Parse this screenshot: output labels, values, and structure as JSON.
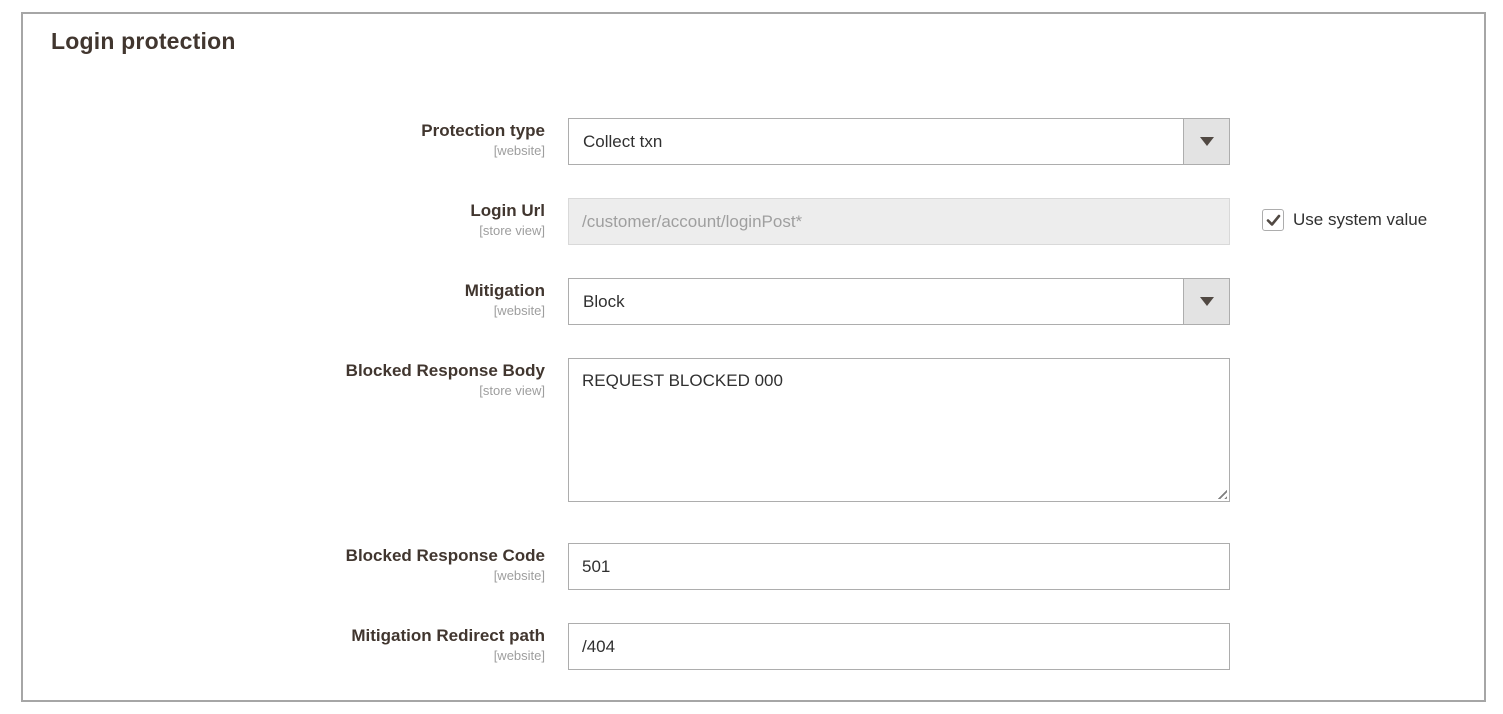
{
  "panel": {
    "title": "Login protection"
  },
  "form": {
    "fields": [
      {
        "label": "Protection type",
        "scope": "[website]",
        "type": "select",
        "value": "Collect txn"
      },
      {
        "label": "Login Url",
        "scope": "[store view]",
        "type": "text",
        "value": "/customer/account/loginPost*",
        "disabled": true,
        "checkbox_label": "Use system value",
        "checkbox_checked": true
      },
      {
        "label": "Mitigation",
        "scope": "[website]",
        "type": "select",
        "value": "Block"
      },
      {
        "label": "Blocked Response Body",
        "scope": "[store view]",
        "type": "textarea",
        "value": "REQUEST BLOCKED 000"
      },
      {
        "label": "Blocked Response Code",
        "scope": "[website]",
        "type": "text",
        "value": "501"
      },
      {
        "label": "Mitigation Redirect path",
        "scope": "[website]",
        "type": "text",
        "value": "/404"
      }
    ]
  },
  "icons": {
    "select_caret": "caret-down-icon",
    "checkbox_check": "checkmark-icon",
    "textarea_resize": "resize-handle-icon"
  },
  "colors": {
    "panel_border": "#a6a6a6",
    "input_border": "#adadad",
    "disabled_input_bg": "#ededed",
    "disabled_input_text": "#9f9f9f",
    "select_button_bg": "#e3e3e3",
    "label_text": "#41362f",
    "scope_text": "#9e9e9e",
    "value_text": "#303030",
    "icon_dark": "#514943"
  }
}
